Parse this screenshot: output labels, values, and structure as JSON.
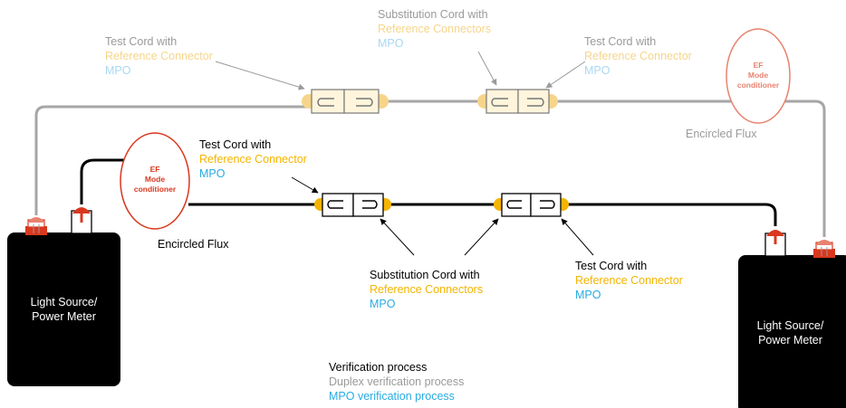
{
  "devices": {
    "left": {
      "label_line1": "Light Source/",
      "label_line2": "Power Meter"
    },
    "right": {
      "label_line1": "Light Source/",
      "label_line2": "Power Meter"
    }
  },
  "mode_conditioners": {
    "front": {
      "line1": "EF",
      "line2": "Mode",
      "line3": "conditioner",
      "flux_label": "Encircled Flux"
    },
    "back": {
      "line1": "EF",
      "line2": "Mode",
      "line3": "conditioner",
      "flux_label": "Encircled Flux"
    }
  },
  "labels": {
    "back_test_cord_left": {
      "line1": "Test Cord with",
      "line2": "Reference Connector",
      "line3": "MPO"
    },
    "back_substitution_cord": {
      "line1": "Substitution Cord with",
      "line2": "Reference Connectors",
      "line3": "MPO"
    },
    "back_test_cord_right": {
      "line1": "Test Cord with",
      "line2": "Reference Connector",
      "line3": "MPO"
    },
    "front_test_cord_left": {
      "line1": "Test Cord with",
      "line2": "Reference Connector",
      "line3": "MPO"
    },
    "front_substitution_cord": {
      "line1": "Substitution Cord with",
      "line2": "Reference Connectors",
      "line3": "MPO"
    },
    "front_test_cord_right": {
      "line1": "Test Cord with",
      "line2": "Reference Connector",
      "line3": "MPO"
    }
  },
  "legend": {
    "verification": "Verification process",
    "duplex": "Duplex verification process",
    "mpo": "MPO verification process"
  },
  "colors": {
    "device": "#000000",
    "front_cable": "#000000",
    "back_cable": "#a6a6a6",
    "connector_orange": "#f4b400",
    "connector_orange_faded": "#f6d58a",
    "plug_red": "#d9381e",
    "plug_red_faded": "#e8826f",
    "mpo_blue": "#29abe2",
    "grey_text": "#9a9a9a"
  }
}
